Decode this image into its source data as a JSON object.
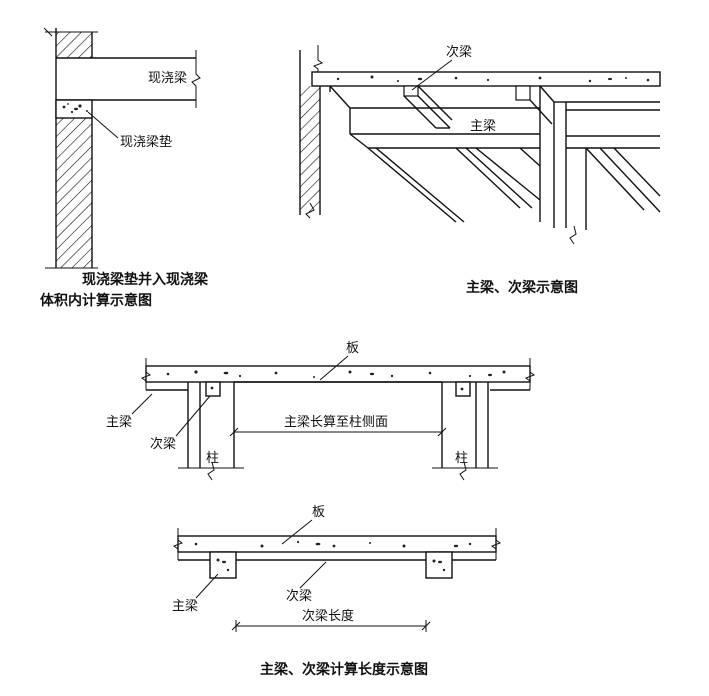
{
  "figure1": {
    "beam_label": "现浇梁",
    "pad_label": "现浇梁垫",
    "caption_line1": "现浇梁垫并入现浇梁",
    "caption_line2": "体积内计算示意图"
  },
  "figure2": {
    "secondary_beam_label": "次梁",
    "main_beam_label": "主梁",
    "caption": "主梁、次梁示意图"
  },
  "figure3": {
    "slab_label": "板",
    "main_beam_label": "主梁",
    "secondary_beam_label": "次梁",
    "column_left_label": "柱",
    "column_right_label": "柱",
    "dimension_label": "主梁长算至柱侧面"
  },
  "figure4": {
    "slab_label": "板",
    "main_beam_label": "主梁",
    "secondary_beam_label": "次梁",
    "dimension_label": "次梁长度",
    "caption": "主梁、次梁计算长度示意图"
  },
  "style": {
    "line_color": "#111111",
    "background": "#ffffff"
  }
}
